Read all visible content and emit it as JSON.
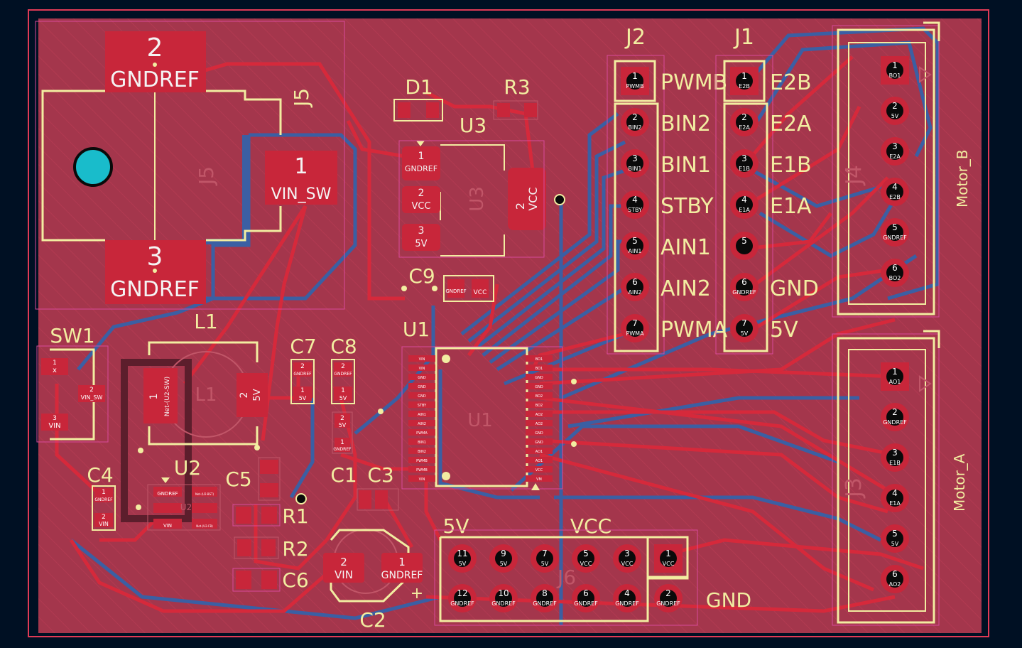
{
  "colors": {
    "background": "#001023",
    "board": "#a4364c",
    "copper_front": "#c8263a",
    "copper_back": "#3b5fa3",
    "silkscreen": "#f2eda1",
    "drill": "#0a0a0a",
    "mounting_hole": "#19bccb"
  },
  "refs": {
    "J2": "J2",
    "J1": "J1",
    "D1": "D1",
    "R3": "R3",
    "U3": "U3",
    "J5": "J5",
    "C9": "C9",
    "U1": "U1",
    "L1": "L1",
    "SW1": "SW1",
    "C7": "C7",
    "C8": "C8",
    "C4": "C4",
    "U2": "U2",
    "C5": "C5",
    "C1": "C1",
    "C3": "C3",
    "R1": "R1",
    "R2": "R2",
    "C6": "C6",
    "C2": "C2",
    "J4": "J4",
    "J3": "J3",
    "J6": "J6"
  },
  "j5": {
    "pad2_num": "2",
    "pad2_net": "GNDREF",
    "pad3_num": "3",
    "pad3_net": "GNDREF",
    "pad1_num": "1",
    "pad1_net": "VIN_SW"
  },
  "j2": {
    "pins": [
      {
        "num": "1",
        "net": "PWMB",
        "label": "PWMB"
      },
      {
        "num": "2",
        "net": "BIN2",
        "label": "BIN2"
      },
      {
        "num": "3",
        "net": "BIN1",
        "label": "BIN1"
      },
      {
        "num": "4",
        "net": "STBY",
        "label": "STBY"
      },
      {
        "num": "5",
        "net": "AIN1",
        "label": "AIN1"
      },
      {
        "num": "6",
        "net": "AIN2",
        "label": "AIN2"
      },
      {
        "num": "7",
        "net": "PWMA",
        "label": "PWMA"
      }
    ]
  },
  "j1": {
    "pins": [
      {
        "num": "1",
        "net": "E2B",
        "label": "E2B"
      },
      {
        "num": "2",
        "net": "E2A",
        "label": "E2A"
      },
      {
        "num": "3",
        "net": "E1B",
        "label": "E1B"
      },
      {
        "num": "4",
        "net": "E1A",
        "label": "E1A"
      },
      {
        "num": "5",
        "net": "",
        "label": ""
      },
      {
        "num": "6",
        "net": "GNDREF",
        "label": "GND"
      },
      {
        "num": "7",
        "net": "5V",
        "label": "5V"
      }
    ]
  },
  "j4": {
    "label": "Motor_B",
    "pins": [
      {
        "num": "1",
        "net": "BO1"
      },
      {
        "num": "2",
        "net": "5V"
      },
      {
        "num": "3",
        "net": "E2A"
      },
      {
        "num": "4",
        "net": "E2B"
      },
      {
        "num": "5",
        "net": "GNDREF"
      },
      {
        "num": "6",
        "net": "BO2"
      }
    ]
  },
  "j3": {
    "label": "Motor_A",
    "pins": [
      {
        "num": "1",
        "net": "AO1"
      },
      {
        "num": "2",
        "net": "GNDREF"
      },
      {
        "num": "3",
        "net": "E1B"
      },
      {
        "num": "4",
        "net": "E1A"
      },
      {
        "num": "5",
        "net": "5V"
      },
      {
        "num": "6",
        "net": "AO2"
      }
    ]
  },
  "u3": {
    "pad1_num": "1",
    "pad1_net": "GNDREF",
    "pad2_num": "2",
    "pad2_net": "VCC",
    "pad3_num": "3",
    "pad3_net": "5V",
    "tab_num": "2",
    "tab_net": "VCC"
  },
  "c9": {
    "pad1": "GNDREF",
    "pad2": "VCC"
  },
  "l1": {
    "pad1_num": "1",
    "pad1_net": "Net-(U2-SW)",
    "pad2_num": "2",
    "pad2_net": "5V"
  },
  "sw1": {
    "pad1_num": "1",
    "pad1_net": "x",
    "pad2_num": "2",
    "pad2_net": "VIN_SW",
    "pad3_num": "3",
    "pad3_net": "VIN"
  },
  "c7": {
    "pad2_num": "2",
    "pad2_net": "GNDREF",
    "pad1_num": "1",
    "pad1_net": "5V"
  },
  "c8": {
    "pad2_num": "2",
    "pad2_net": "GNDREF",
    "pad1_num": "1",
    "pad1_net": "5V"
  },
  "c1": {
    "pad2_num": "2",
    "pad2_net": "5V",
    "pad1_num": "1",
    "pad1_net": "GNDREF"
  },
  "c4": {
    "pad1_num": "1",
    "pad1_net": "GNDREF",
    "pad2_num": "2",
    "pad2_net": "VIN"
  },
  "u2": {
    "pad2_net": "GNDREF",
    "pad3_net": "VIN",
    "pad6_net": "Net-(U2-BST)",
    "pad4_net": "Net-(U2-FB)"
  },
  "c2": {
    "pad2_num": "2",
    "pad2_net": "VIN",
    "pad1_num": "1",
    "pad1_net": "GNDREF",
    "plus": "+"
  },
  "j6": {
    "top_label_left": "5V",
    "top_label_right": "VCC",
    "bottom_label": "GND",
    "top_pins": [
      {
        "num": "11",
        "net": "5V"
      },
      {
        "num": "9",
        "net": "5V"
      },
      {
        "num": "7",
        "net": "5V"
      },
      {
        "num": "5",
        "net": "VCC"
      },
      {
        "num": "3",
        "net": "VCC"
      },
      {
        "num": "1",
        "net": "VCC"
      }
    ],
    "bottom_pins": [
      {
        "num": "12",
        "net": "GNDREF"
      },
      {
        "num": "10",
        "net": "GNDREF"
      },
      {
        "num": "8",
        "net": "GNDREF"
      },
      {
        "num": "6",
        "net": "GNDREF"
      },
      {
        "num": "4",
        "net": "GNDREF"
      },
      {
        "num": "2",
        "net": "GNDREF"
      }
    ]
  },
  "u1": {
    "left_pins": [
      "VIN",
      "VIN",
      "GND",
      "GND",
      "GND",
      "STBY",
      "AIN1",
      "AIN2",
      "PWMA",
      "BIN1",
      "BIN2",
      "PWMB",
      "PWMB",
      "VIN"
    ],
    "right_pins": [
      "BO1",
      "BO1",
      "GND",
      "GND",
      "BO2",
      "BO2",
      "AO2",
      "AO2",
      "GND",
      "GND",
      "AO1",
      "AO1",
      "VCC",
      "VM"
    ]
  }
}
